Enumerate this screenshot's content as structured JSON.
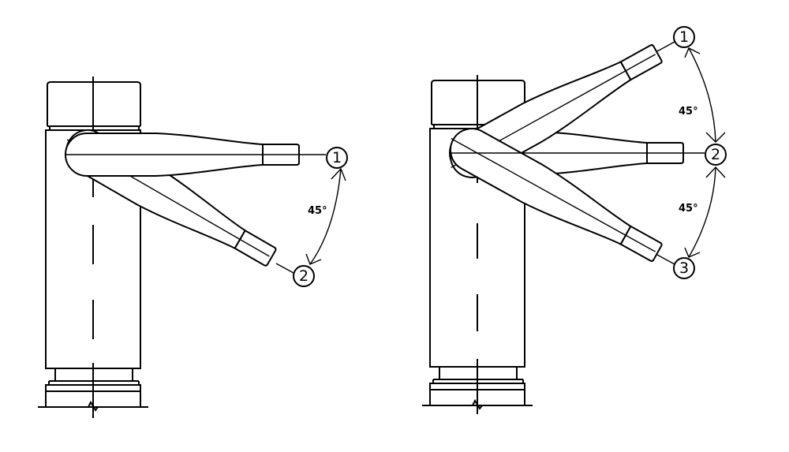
{
  "left_figure": {
    "positions": [
      "1",
      "2"
    ],
    "angle_label": "45°"
  },
  "right_figure": {
    "positions": [
      "1",
      "2",
      "3"
    ],
    "angle_labels": [
      "45°",
      "45°"
    ]
  },
  "colors": {
    "line": "#000000",
    "background": "#ffffff"
  }
}
